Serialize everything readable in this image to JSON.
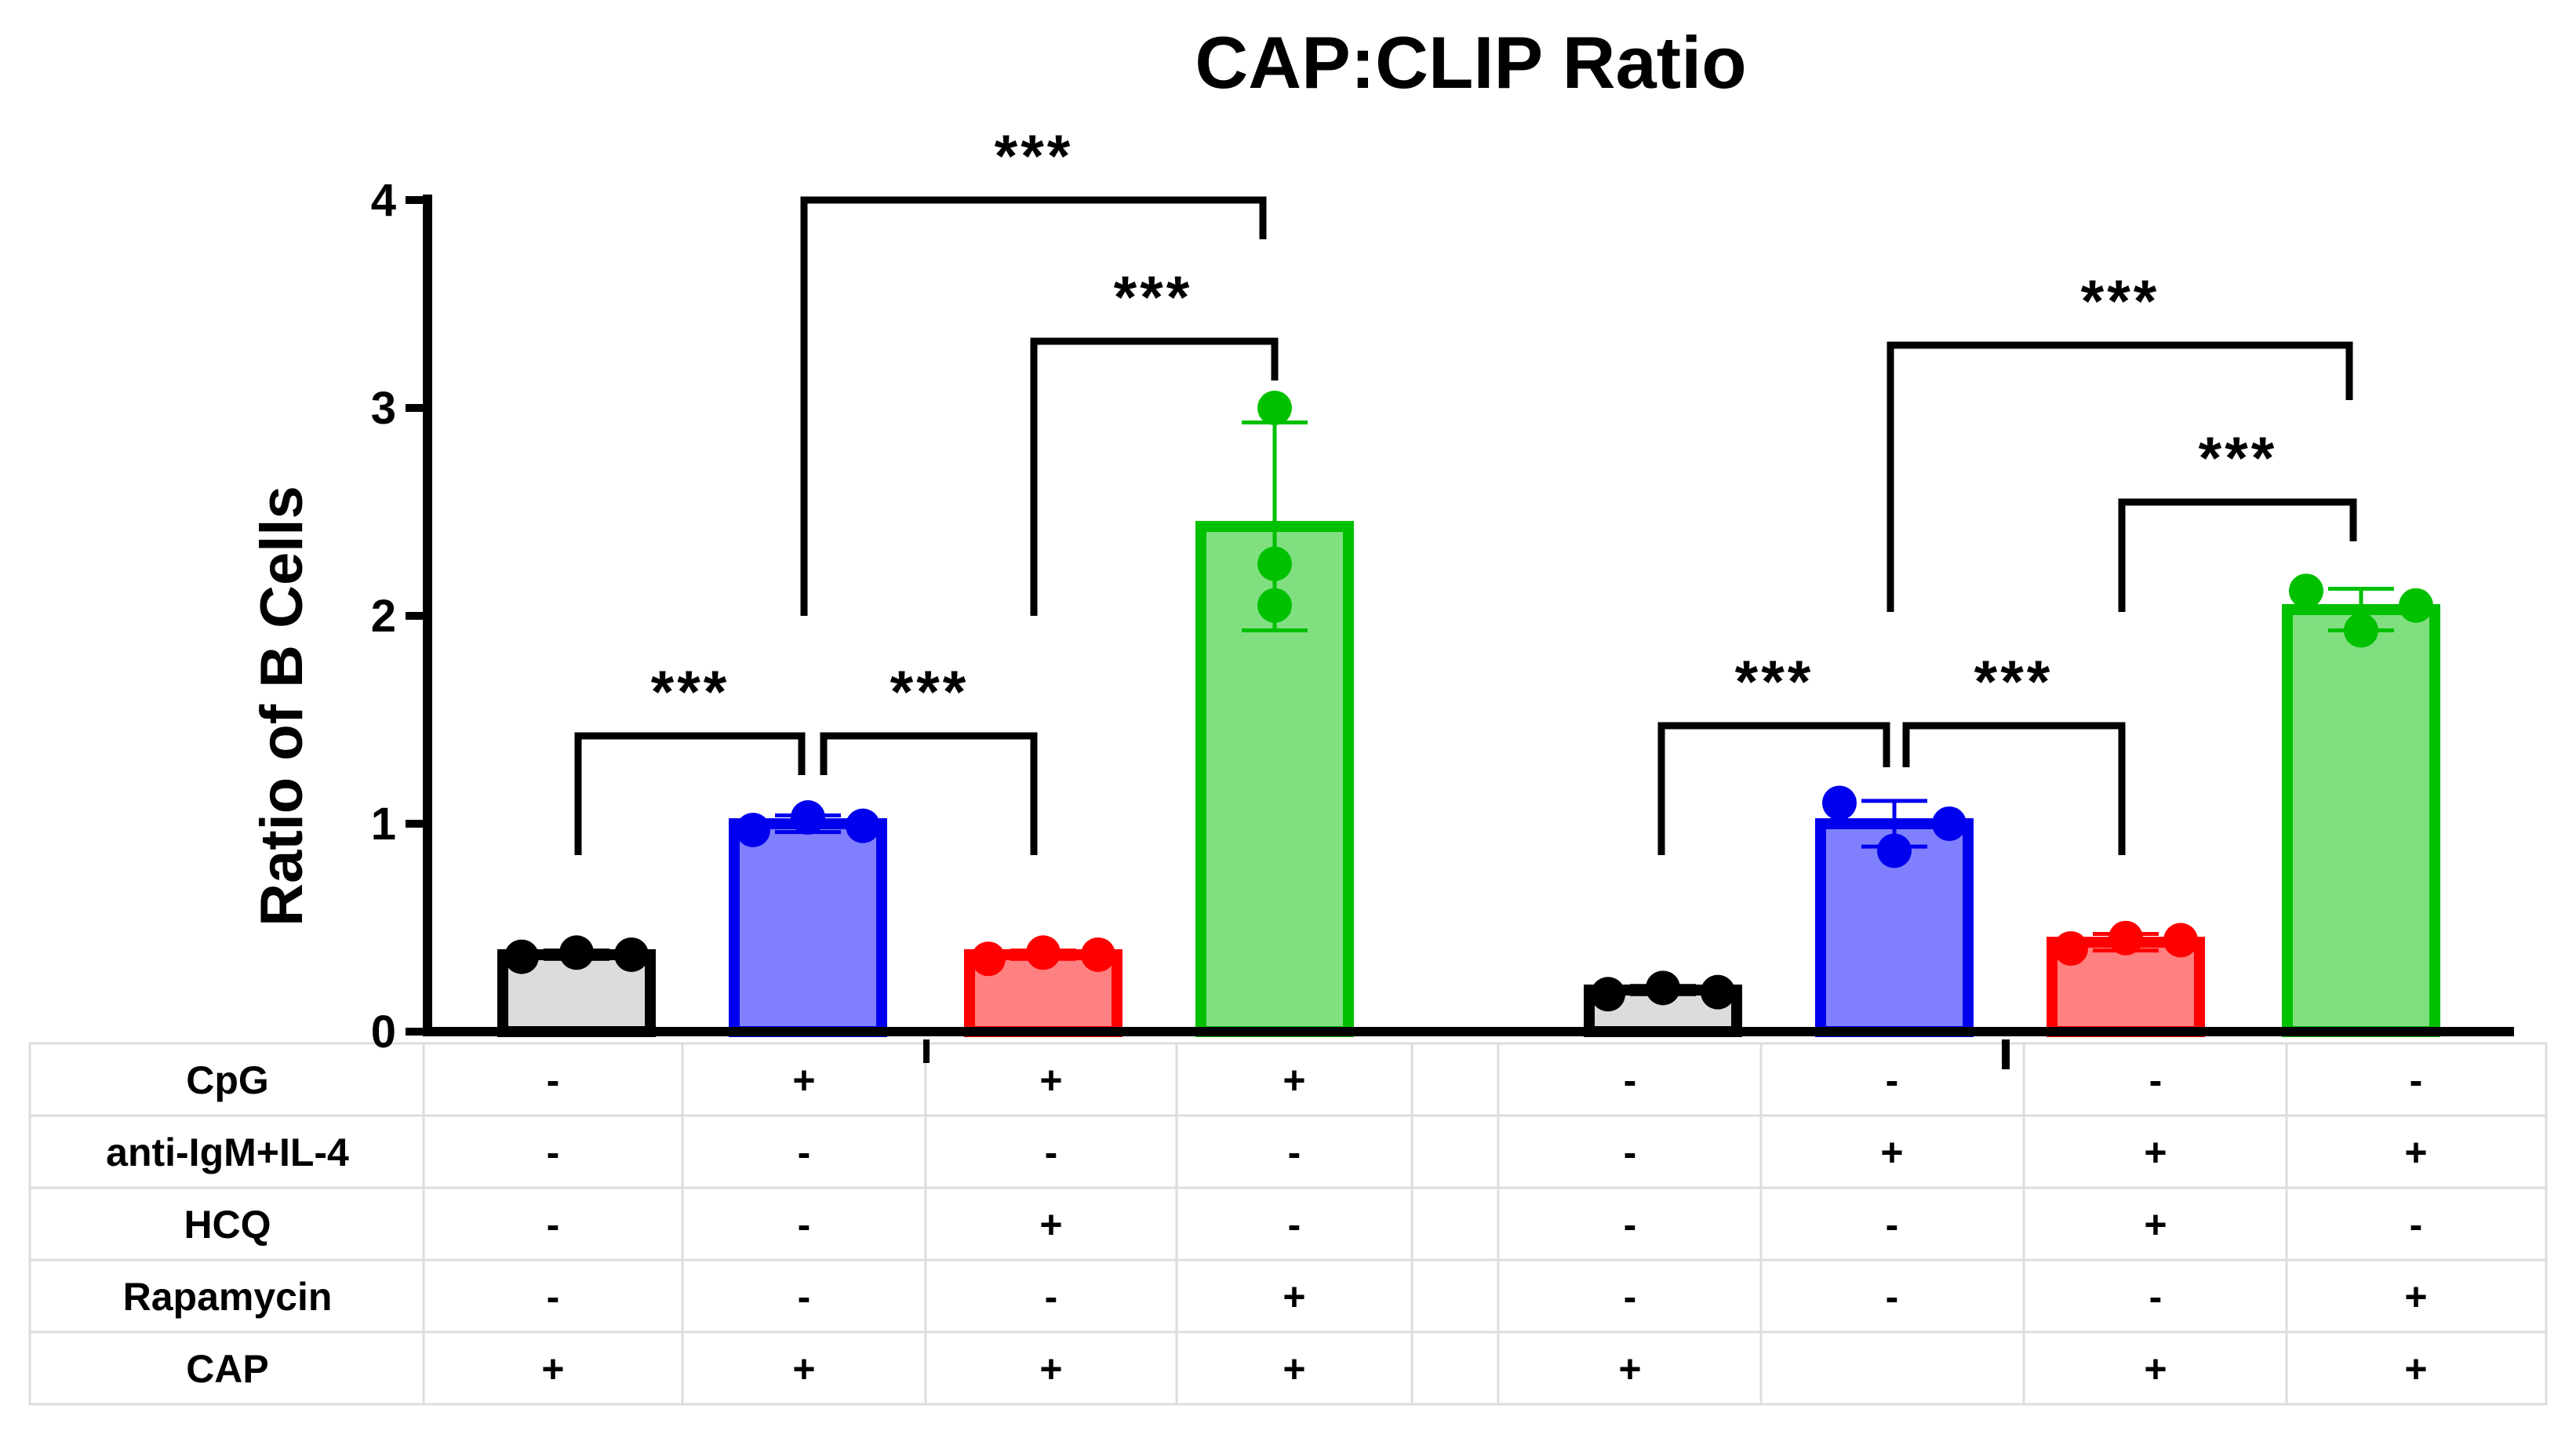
{
  "chart_data": {
    "type": "bar",
    "title": "CAP:CLIP Ratio",
    "xlabel": "",
    "ylabel": "Ratio of B Cells",
    "ylim": [
      0,
      4
    ],
    "yticks": [
      "0",
      "1",
      "2",
      "3",
      "4"
    ],
    "grid": false,
    "legend": "none",
    "bars": [
      {
        "value": 0.37,
        "sd": 0.02,
        "points": [
          0.36,
          0.38,
          0.37
        ],
        "fill": "#dcdcdc",
        "stroke": "#000000"
      },
      {
        "value": 1.0,
        "sd": 0.04,
        "points": [
          0.97,
          1.03,
          0.99
        ],
        "fill": "#8080ff",
        "stroke": "#0000ee"
      },
      {
        "value": 0.37,
        "sd": 0.02,
        "points": [
          0.35,
          0.38,
          0.37
        ],
        "fill": "#ff8080",
        "stroke": "#ff0000"
      },
      {
        "value": 2.43,
        "sd": 0.5,
        "points": [
          3.0,
          2.25,
          2.05
        ],
        "fill": "#80e080",
        "stroke": "#00c000"
      },
      {
        "value": 0.2,
        "sd": 0.02,
        "points": [
          0.18,
          0.21,
          0.19
        ],
        "fill": "#dcdcdc",
        "stroke": "#000000"
      },
      {
        "value": 1.0,
        "sd": 0.11,
        "points": [
          1.1,
          0.87,
          1.0
        ],
        "fill": "#8080ff",
        "stroke": "#0000ee"
      },
      {
        "value": 0.43,
        "sd": 0.04,
        "points": [
          0.4,
          0.45,
          0.44
        ],
        "fill": "#ff8080",
        "stroke": "#ff0000"
      },
      {
        "value": 2.03,
        "sd": 0.1,
        "points": [
          2.12,
          1.93,
          2.05
        ],
        "fill": "#80e080",
        "stroke": "#00c000"
      }
    ],
    "comparisons": [
      {
        "from": 0,
        "to": 1,
        "label": "***"
      },
      {
        "from": 1,
        "to": 2,
        "label": "***"
      },
      {
        "from": 2,
        "to": 3,
        "label": "***"
      },
      {
        "from": 1,
        "to": 3,
        "label": "***"
      },
      {
        "from": 4,
        "to": 5,
        "label": "***"
      },
      {
        "from": 5,
        "to": 6,
        "label": "***"
      },
      {
        "from": 6,
        "to": 7,
        "label": "***"
      },
      {
        "from": 5,
        "to": 7,
        "label": "***"
      }
    ],
    "table": {
      "rows": [
        {
          "label": "CpG",
          "cells": [
            "-",
            "+",
            "+",
            "+",
            "",
            "-",
            "-",
            "-",
            "-"
          ]
        },
        {
          "label": "anti-IgM+IL-4",
          "cells": [
            "-",
            "-",
            "-",
            "-",
            "",
            "-",
            "+",
            "+",
            "+"
          ]
        },
        {
          "label": "HCQ",
          "cells": [
            "-",
            "-",
            "+",
            "-",
            "",
            "-",
            "-",
            "+",
            "-"
          ]
        },
        {
          "label": "Rapamycin",
          "cells": [
            "-",
            "-",
            "-",
            "+",
            "",
            "-",
            "-",
            "-",
            "+"
          ]
        },
        {
          "label": "CAP",
          "cells": [
            "+",
            "+",
            "+",
            "+",
            "",
            "+",
            "",
            "+",
            "+"
          ]
        }
      ]
    }
  }
}
